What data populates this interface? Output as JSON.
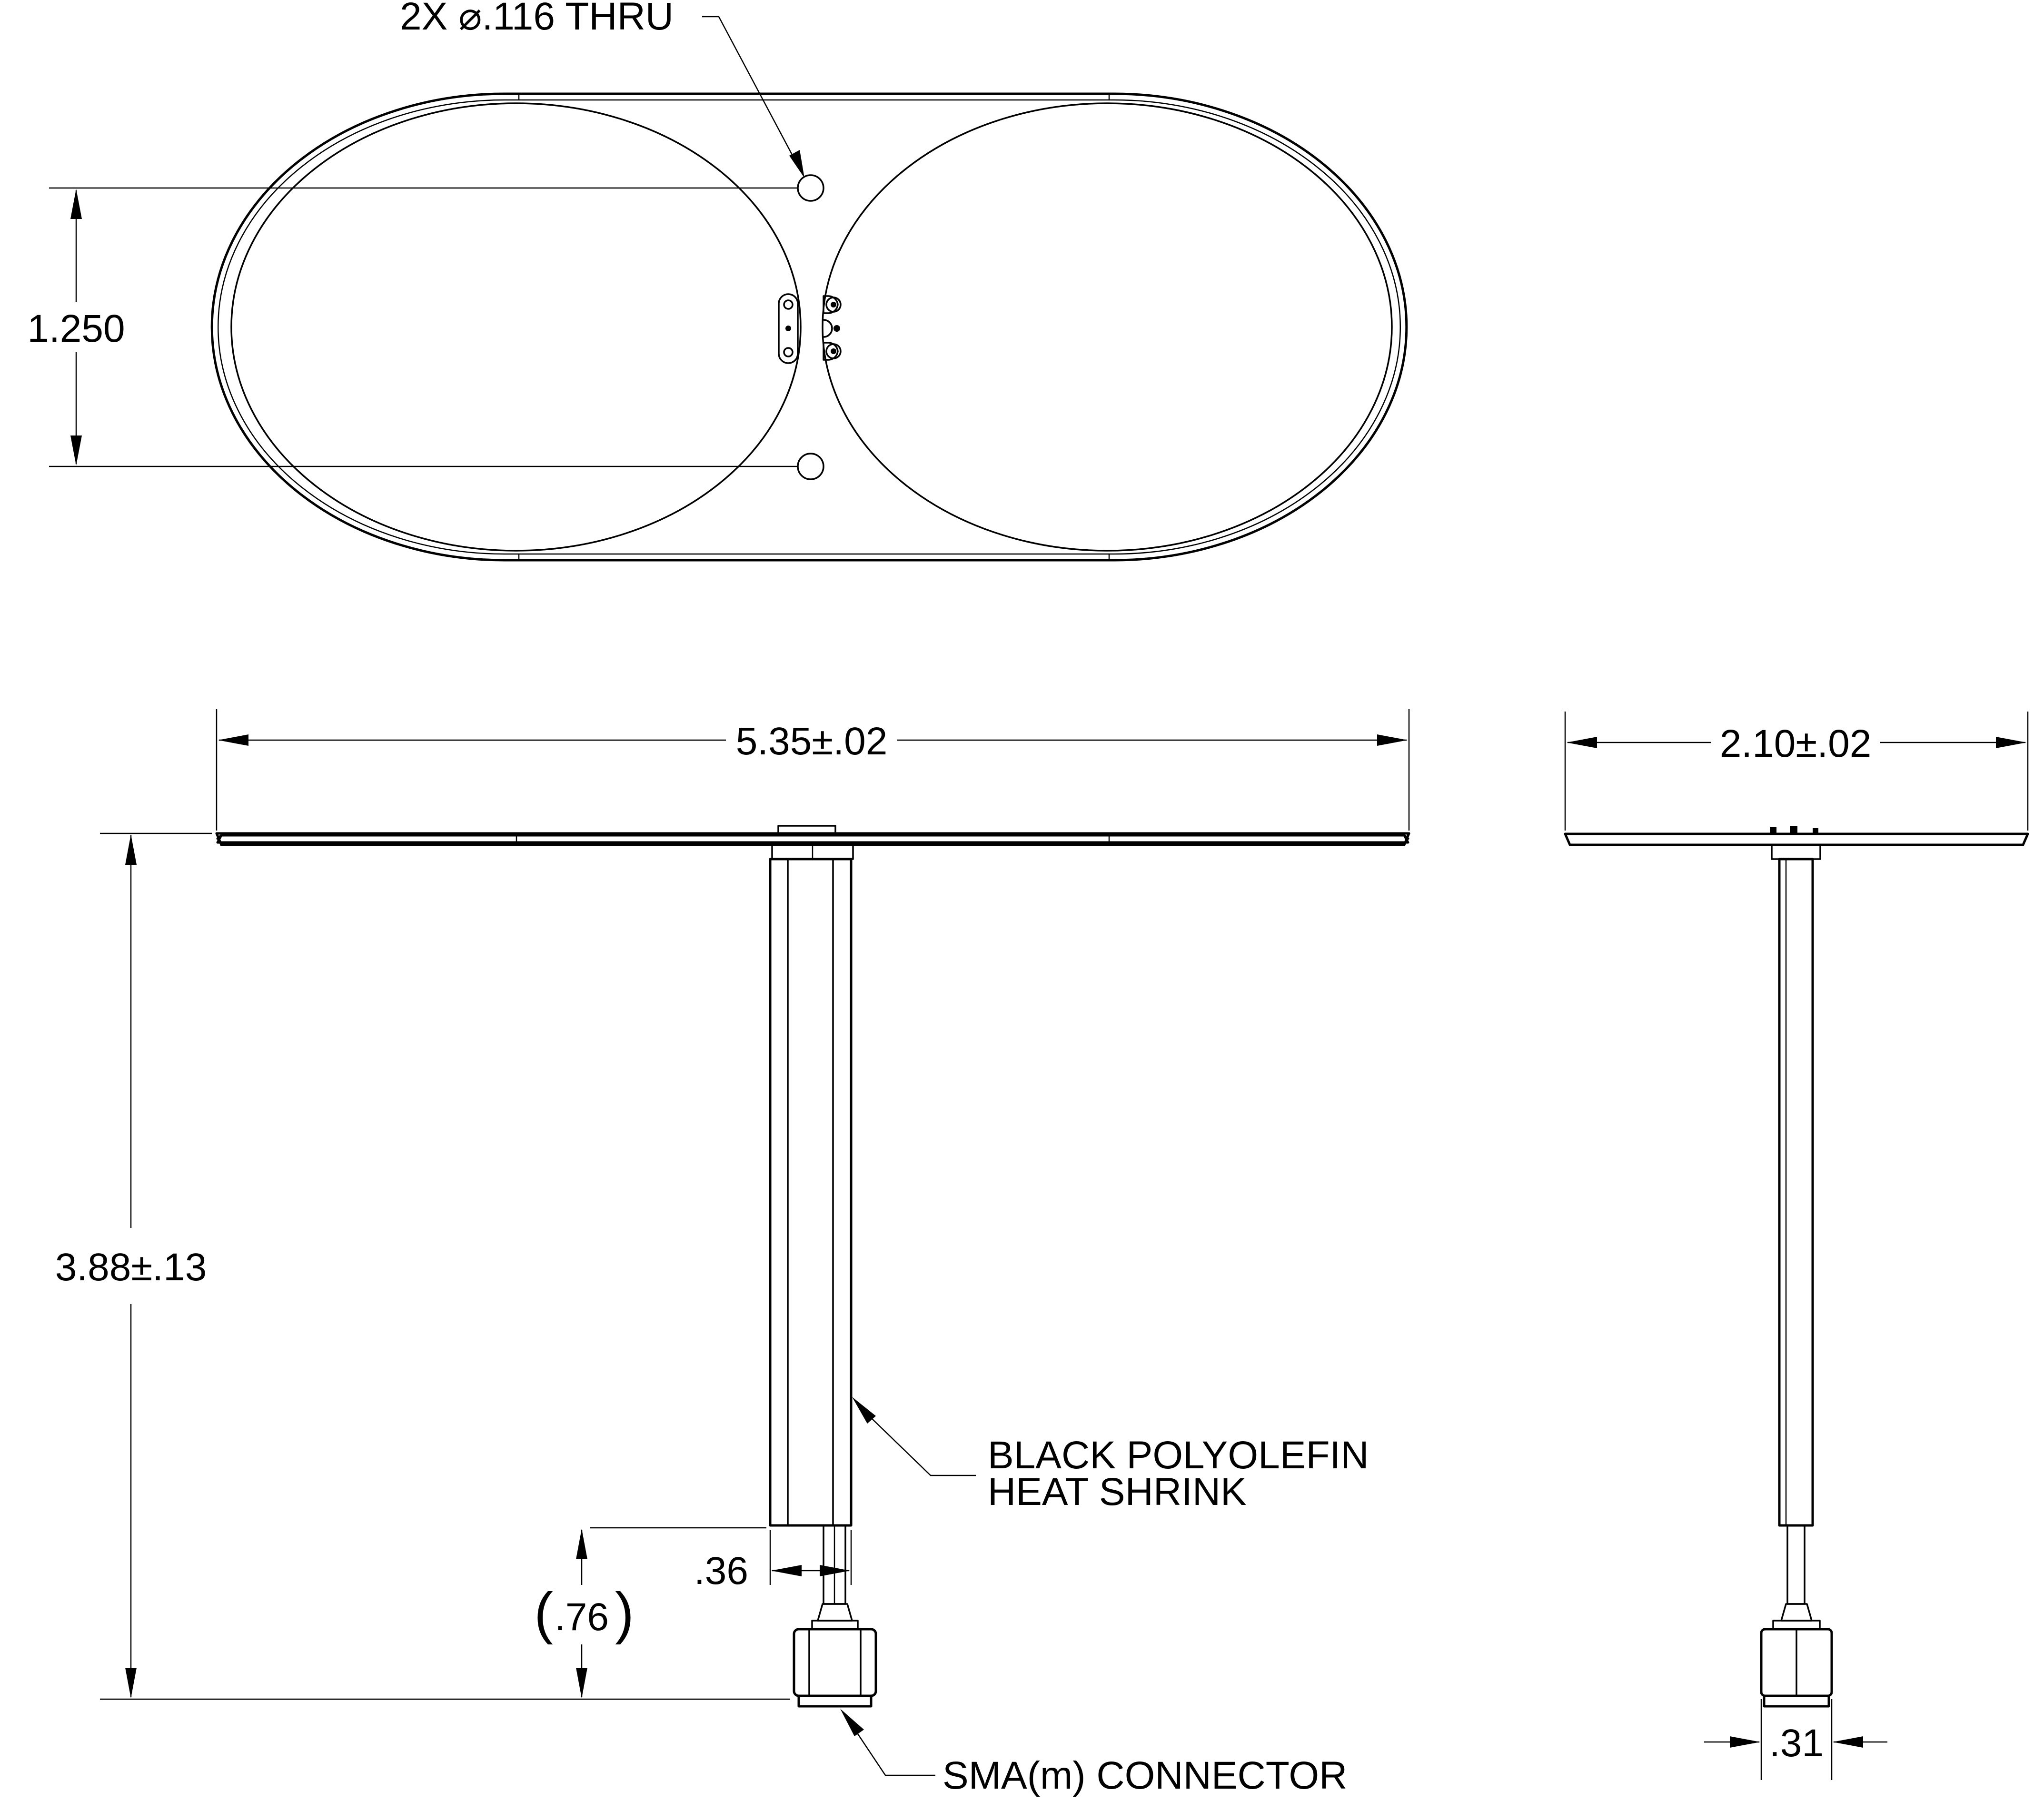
{
  "dimensions": {
    "hole_callout": "2X ⌀.116 THRU",
    "hole_spacing": "1.250",
    "overall_length": "5.35±.02",
    "overall_width": "2.10±.02",
    "overall_height": "3.88±.13",
    "heatshrink_offset": ".36",
    "connector_length": ".76",
    "connector_width": ".31"
  },
  "callouts": {
    "heatshrink_line1": "BLACK POLYOLEFIN",
    "heatshrink_line2": "HEAT SHRINK",
    "connector": "SMA(m) CONNECTOR"
  }
}
